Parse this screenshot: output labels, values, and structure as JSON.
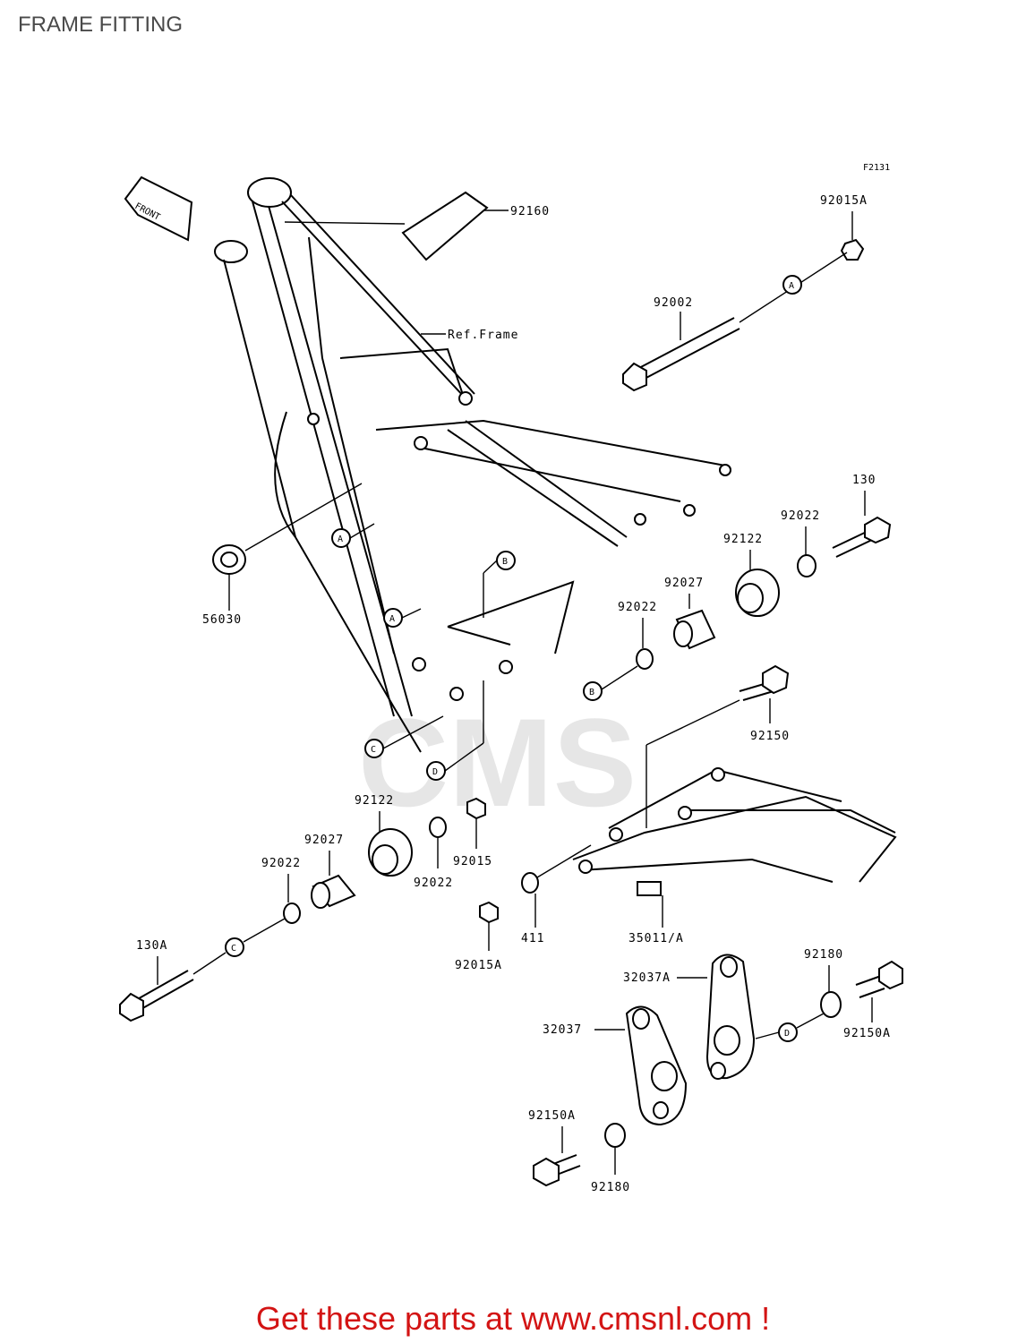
{
  "page_title": "FRAME FITTING",
  "figure_code": "F2131",
  "front_label": "FRONT",
  "ref_frame_label": "Ref.Frame",
  "parts": {
    "p92160": "92160",
    "p92015A_top": "92015A",
    "p92002": "92002",
    "p130": "130",
    "p92022_a": "92022",
    "p92122_a": "92122",
    "p92027_a": "92027",
    "p92022_b": "92022",
    "p92150": "92150",
    "p56030": "56030",
    "p92122_b": "92122",
    "p92027_b": "92027",
    "p92022_c": "92022",
    "p92015": "92015",
    "p92022_d": "92022",
    "p130A": "130A",
    "p92015A_bot": "92015A",
    "p411": "411",
    "p35011A": "35011/A",
    "p32037A": "32037A",
    "p92180_a": "92180",
    "p92150A_a": "92150A",
    "p32037": "32037",
    "p92150A_b": "92150A",
    "p92180_b": "92180"
  },
  "callouts": {
    "a1": "A",
    "a2": "A",
    "a3": "A",
    "b1": "B",
    "b2": "B",
    "c1": "C",
    "c2": "C",
    "d1": "D",
    "d2": "D"
  },
  "cta_text": "Get these parts at www.cmsnl.com !",
  "colors": {
    "cta": "#d31414",
    "title": "#4a4a4a",
    "watermark": "#e6e6e6"
  }
}
